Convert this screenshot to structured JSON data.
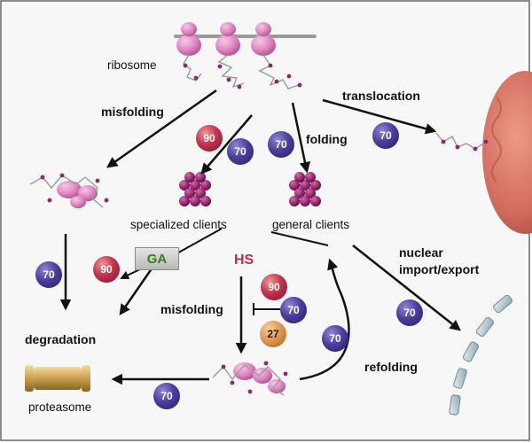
{
  "labels": {
    "ribosome": "ribosome",
    "misfolding_top": "misfolding",
    "translocation": "translocation",
    "folding": "folding",
    "specialized_clients": "specialized clients",
    "general_clients": "general clients",
    "ga": "GA",
    "hs": "HS",
    "nuclear_import": "nuclear",
    "nuclear_export": "import/export",
    "misfolding_mid": "misfolding",
    "degradation": "degradation",
    "refolding": "refolding",
    "proteasome": "proteasome"
  },
  "chaperones": {
    "hsp70": "70",
    "hsp90": "90",
    "hsp27": "27"
  },
  "colors": {
    "hsp70": "#3f3590",
    "hsp90": "#b52d47",
    "hsp27": "#d98a3e",
    "ribosome": "#e088c4",
    "client_cluster": "#a0307a",
    "mitochondrion": "#cf6a5c",
    "ga_text": "#3a7d22",
    "hs_text": "#b5304a",
    "proteasome": "#c9a050",
    "nuclear_envelope": "#a8c2cc"
  },
  "icons": [
    "ribosome-icon",
    "nascent-chain-icon",
    "misfolded-protein-icon",
    "client-cluster-icon",
    "mitochondrion-icon",
    "proteasome-icon",
    "nuclear-envelope-icon"
  ]
}
